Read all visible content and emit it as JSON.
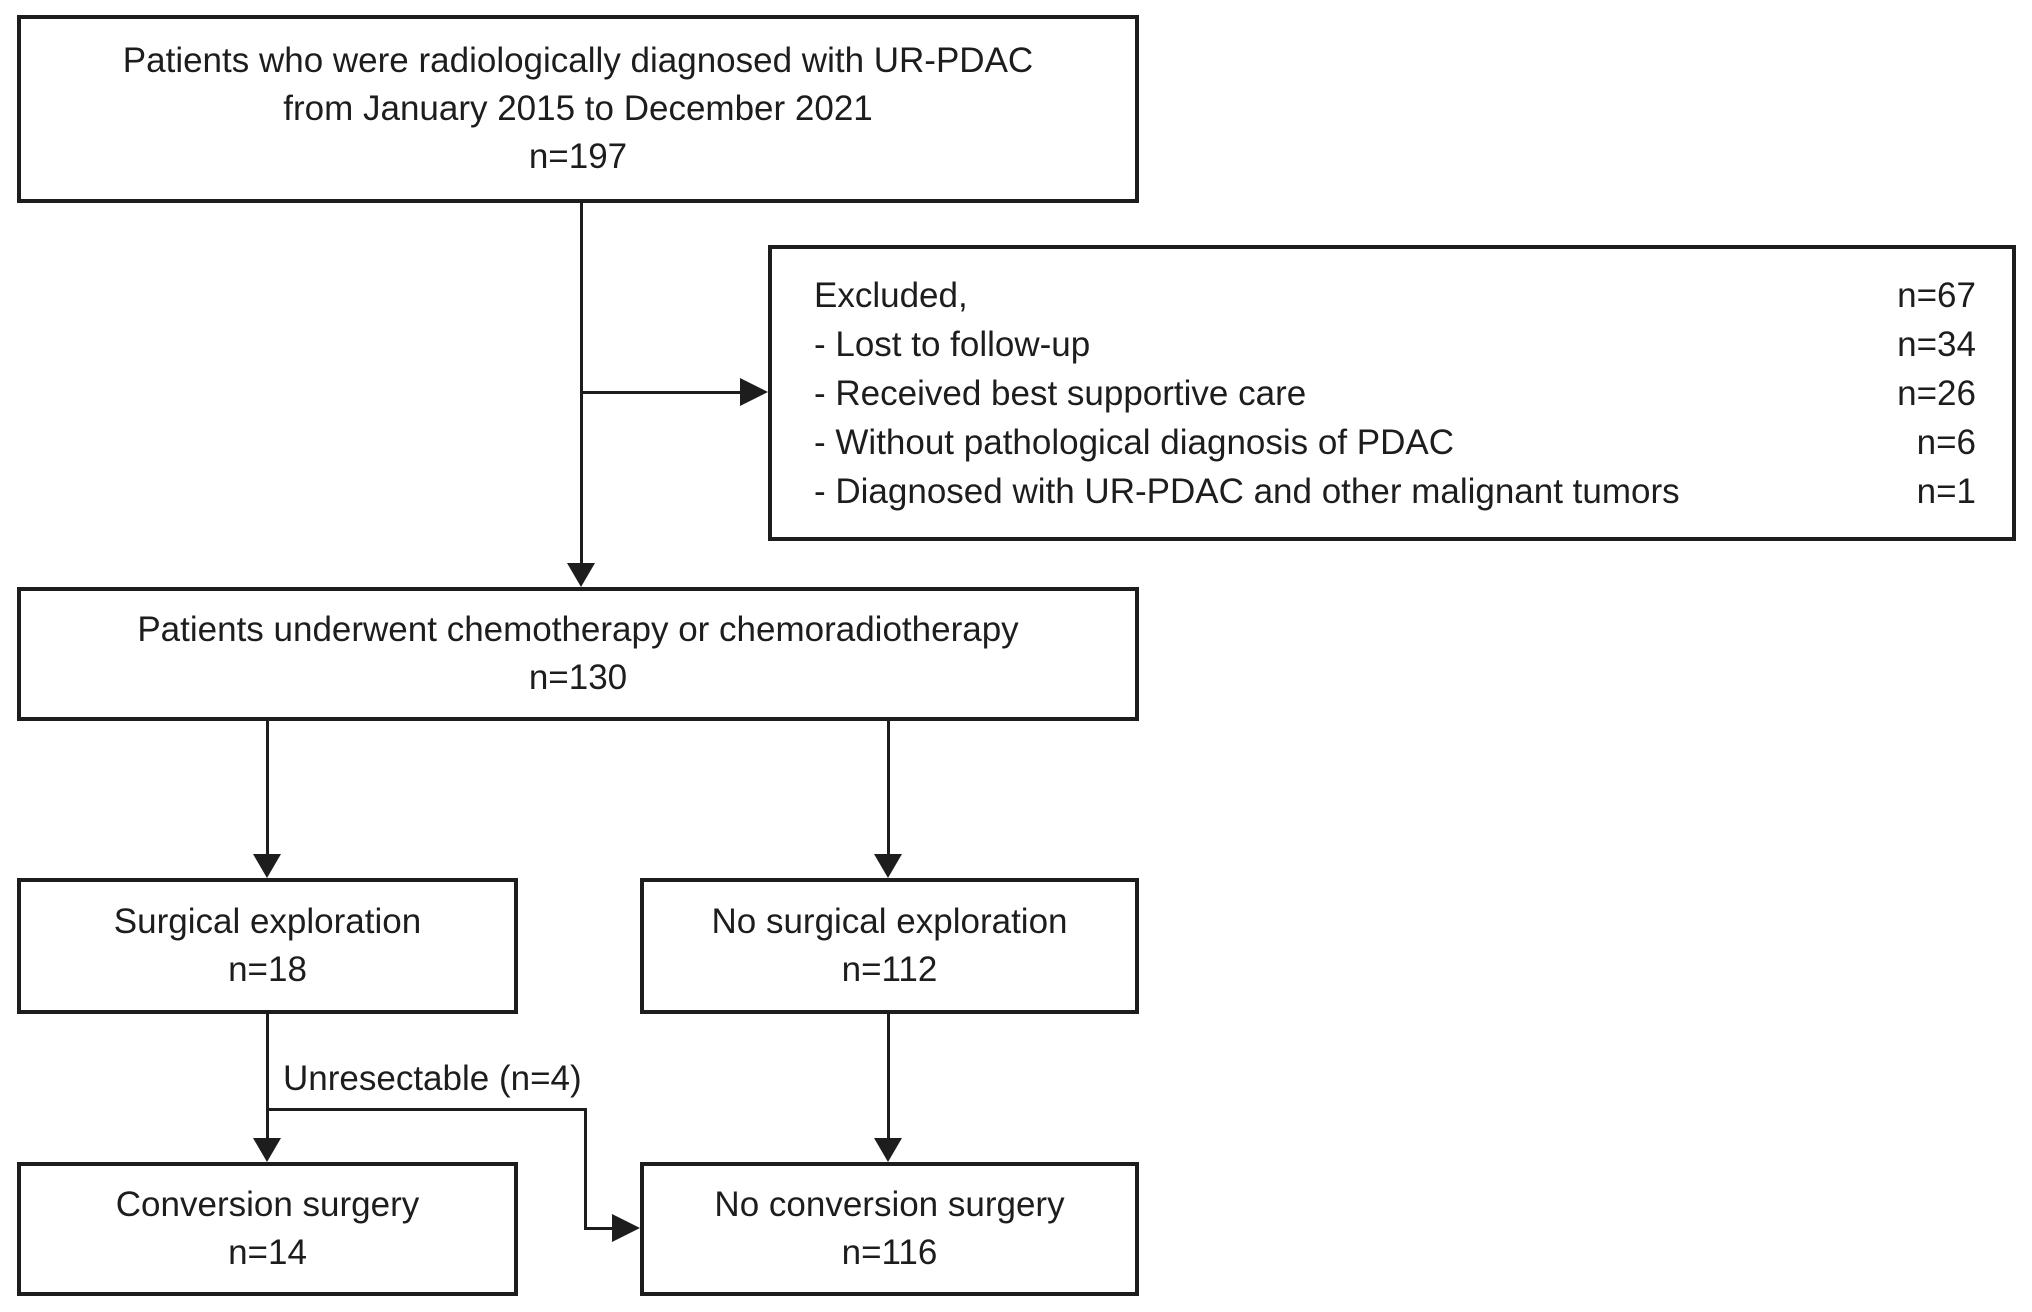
{
  "colors": {
    "ink": "#1d1d1d",
    "background": "#ffffff"
  },
  "flowchart": {
    "initial": {
      "title": "Patients who were radiologically diagnosed with UR-PDAC",
      "subtitle": "from January 2015 to December 2021",
      "count": "n=197"
    },
    "excluded": {
      "header": "Excluded,",
      "header_count": "n=67",
      "items": [
        {
          "label": "- Lost to follow-up",
          "count": "n=34"
        },
        {
          "label": "- Received best supportive care",
          "count": "n=26"
        },
        {
          "label": "- Without pathological diagnosis of PDAC",
          "count": "n=6"
        },
        {
          "label": "- Diagnosed with UR-PDAC and other malignant tumors",
          "count": "n=1"
        }
      ]
    },
    "chemo": {
      "title": "Patients underwent chemotherapy or chemoradiotherapy",
      "count": "n=130"
    },
    "surgical_exploration": {
      "title": "Surgical exploration",
      "count": "n=18"
    },
    "no_surgical_exploration": {
      "title": "No surgical exploration",
      "count": "n=112"
    },
    "conversion_surgery": {
      "title": "Conversion surgery",
      "count": "n=14"
    },
    "no_conversion_surgery": {
      "title": "No conversion surgery",
      "count": "n=116"
    },
    "unresectable_label": "Unresectable (n=4)"
  }
}
